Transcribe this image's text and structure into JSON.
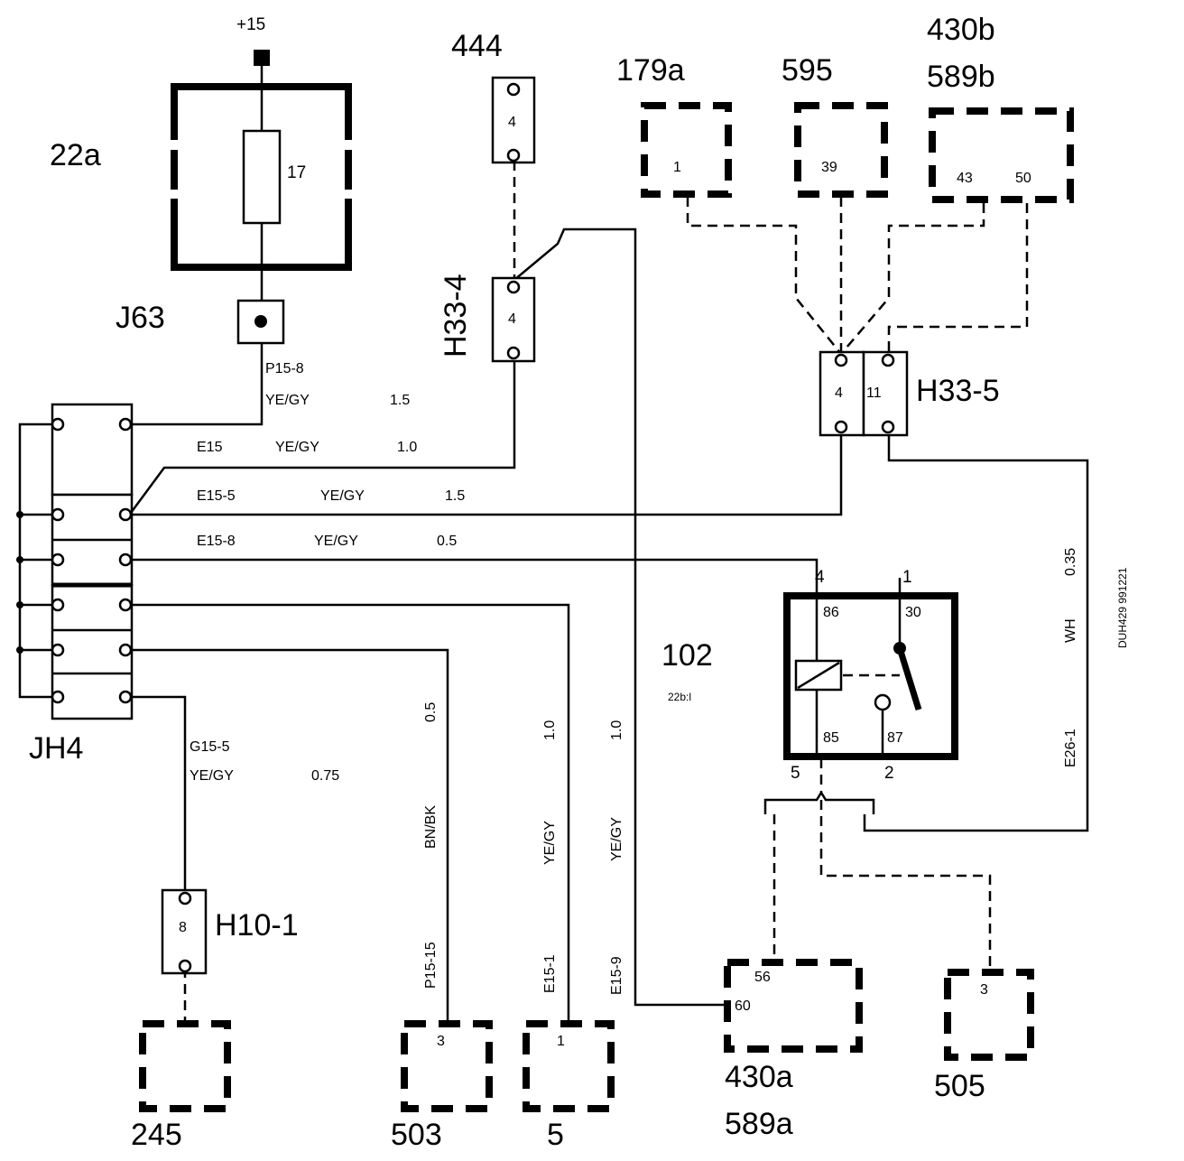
{
  "supply": "+15",
  "fuse": {
    "id": "22a",
    "value": "17"
  },
  "connectors": {
    "j63": "J63",
    "jh4": "JH4",
    "h33_4": {
      "id": "H33-4",
      "pin_top": "4",
      "pin_bottom": "4"
    },
    "h33_5": {
      "id": "H33-5",
      "pins": [
        "4",
        "11"
      ]
    },
    "h10_1": {
      "id": "H10-1",
      "pin": "8"
    }
  },
  "components": {
    "c444": "444",
    "c179a": {
      "id": "179a",
      "pin": "1"
    },
    "c595": {
      "id": "595",
      "pin": "39"
    },
    "c430b": {
      "id_1": "430b",
      "id_2": "589b",
      "pins": [
        "43",
        "50"
      ]
    },
    "c245": "245",
    "c503": {
      "id": "503",
      "pin": "3"
    },
    "c5": {
      "id": "5",
      "pin": "1"
    },
    "c430a": {
      "id_1": "430a",
      "id_2": "589a",
      "pins": [
        "56",
        "60"
      ]
    },
    "c505": {
      "id": "505",
      "pin": "3"
    }
  },
  "relay": {
    "id": "102",
    "sub": "22b:l",
    "terminals": {
      "t86": "86",
      "t30": "30",
      "t85": "85",
      "t87": "87"
    },
    "pins": {
      "p4": "4",
      "p1": "1",
      "p5": "5",
      "p2": "2"
    }
  },
  "wires": {
    "p15_8": {
      "code": "P15-8",
      "color": "YE/GY",
      "size": "1.5"
    },
    "e15": {
      "code": "E15",
      "color": "YE/GY",
      "size": "1.0"
    },
    "e15_5": {
      "code": "E15-5",
      "color": "YE/GY",
      "size": "1.5"
    },
    "e15_8": {
      "code": "E15-8",
      "color": "YE/GY",
      "size": "0.5"
    },
    "g15_5": {
      "code": "G15-5",
      "color": "YE/GY",
      "size": "0.75"
    },
    "p15_15": {
      "code": "P15-15",
      "color": "BN/BK",
      "size": "0.5"
    },
    "e15_1": {
      "code": "E15-1",
      "color": "YE/GY",
      "size": "1.0"
    },
    "e15_9": {
      "code": "E15-9",
      "color": "YE/GY",
      "size": "1.0"
    },
    "e26_1": {
      "code": "E26-1",
      "color": "WH",
      "size": "0.35"
    }
  },
  "diagram_ref": "DUH429 991221"
}
